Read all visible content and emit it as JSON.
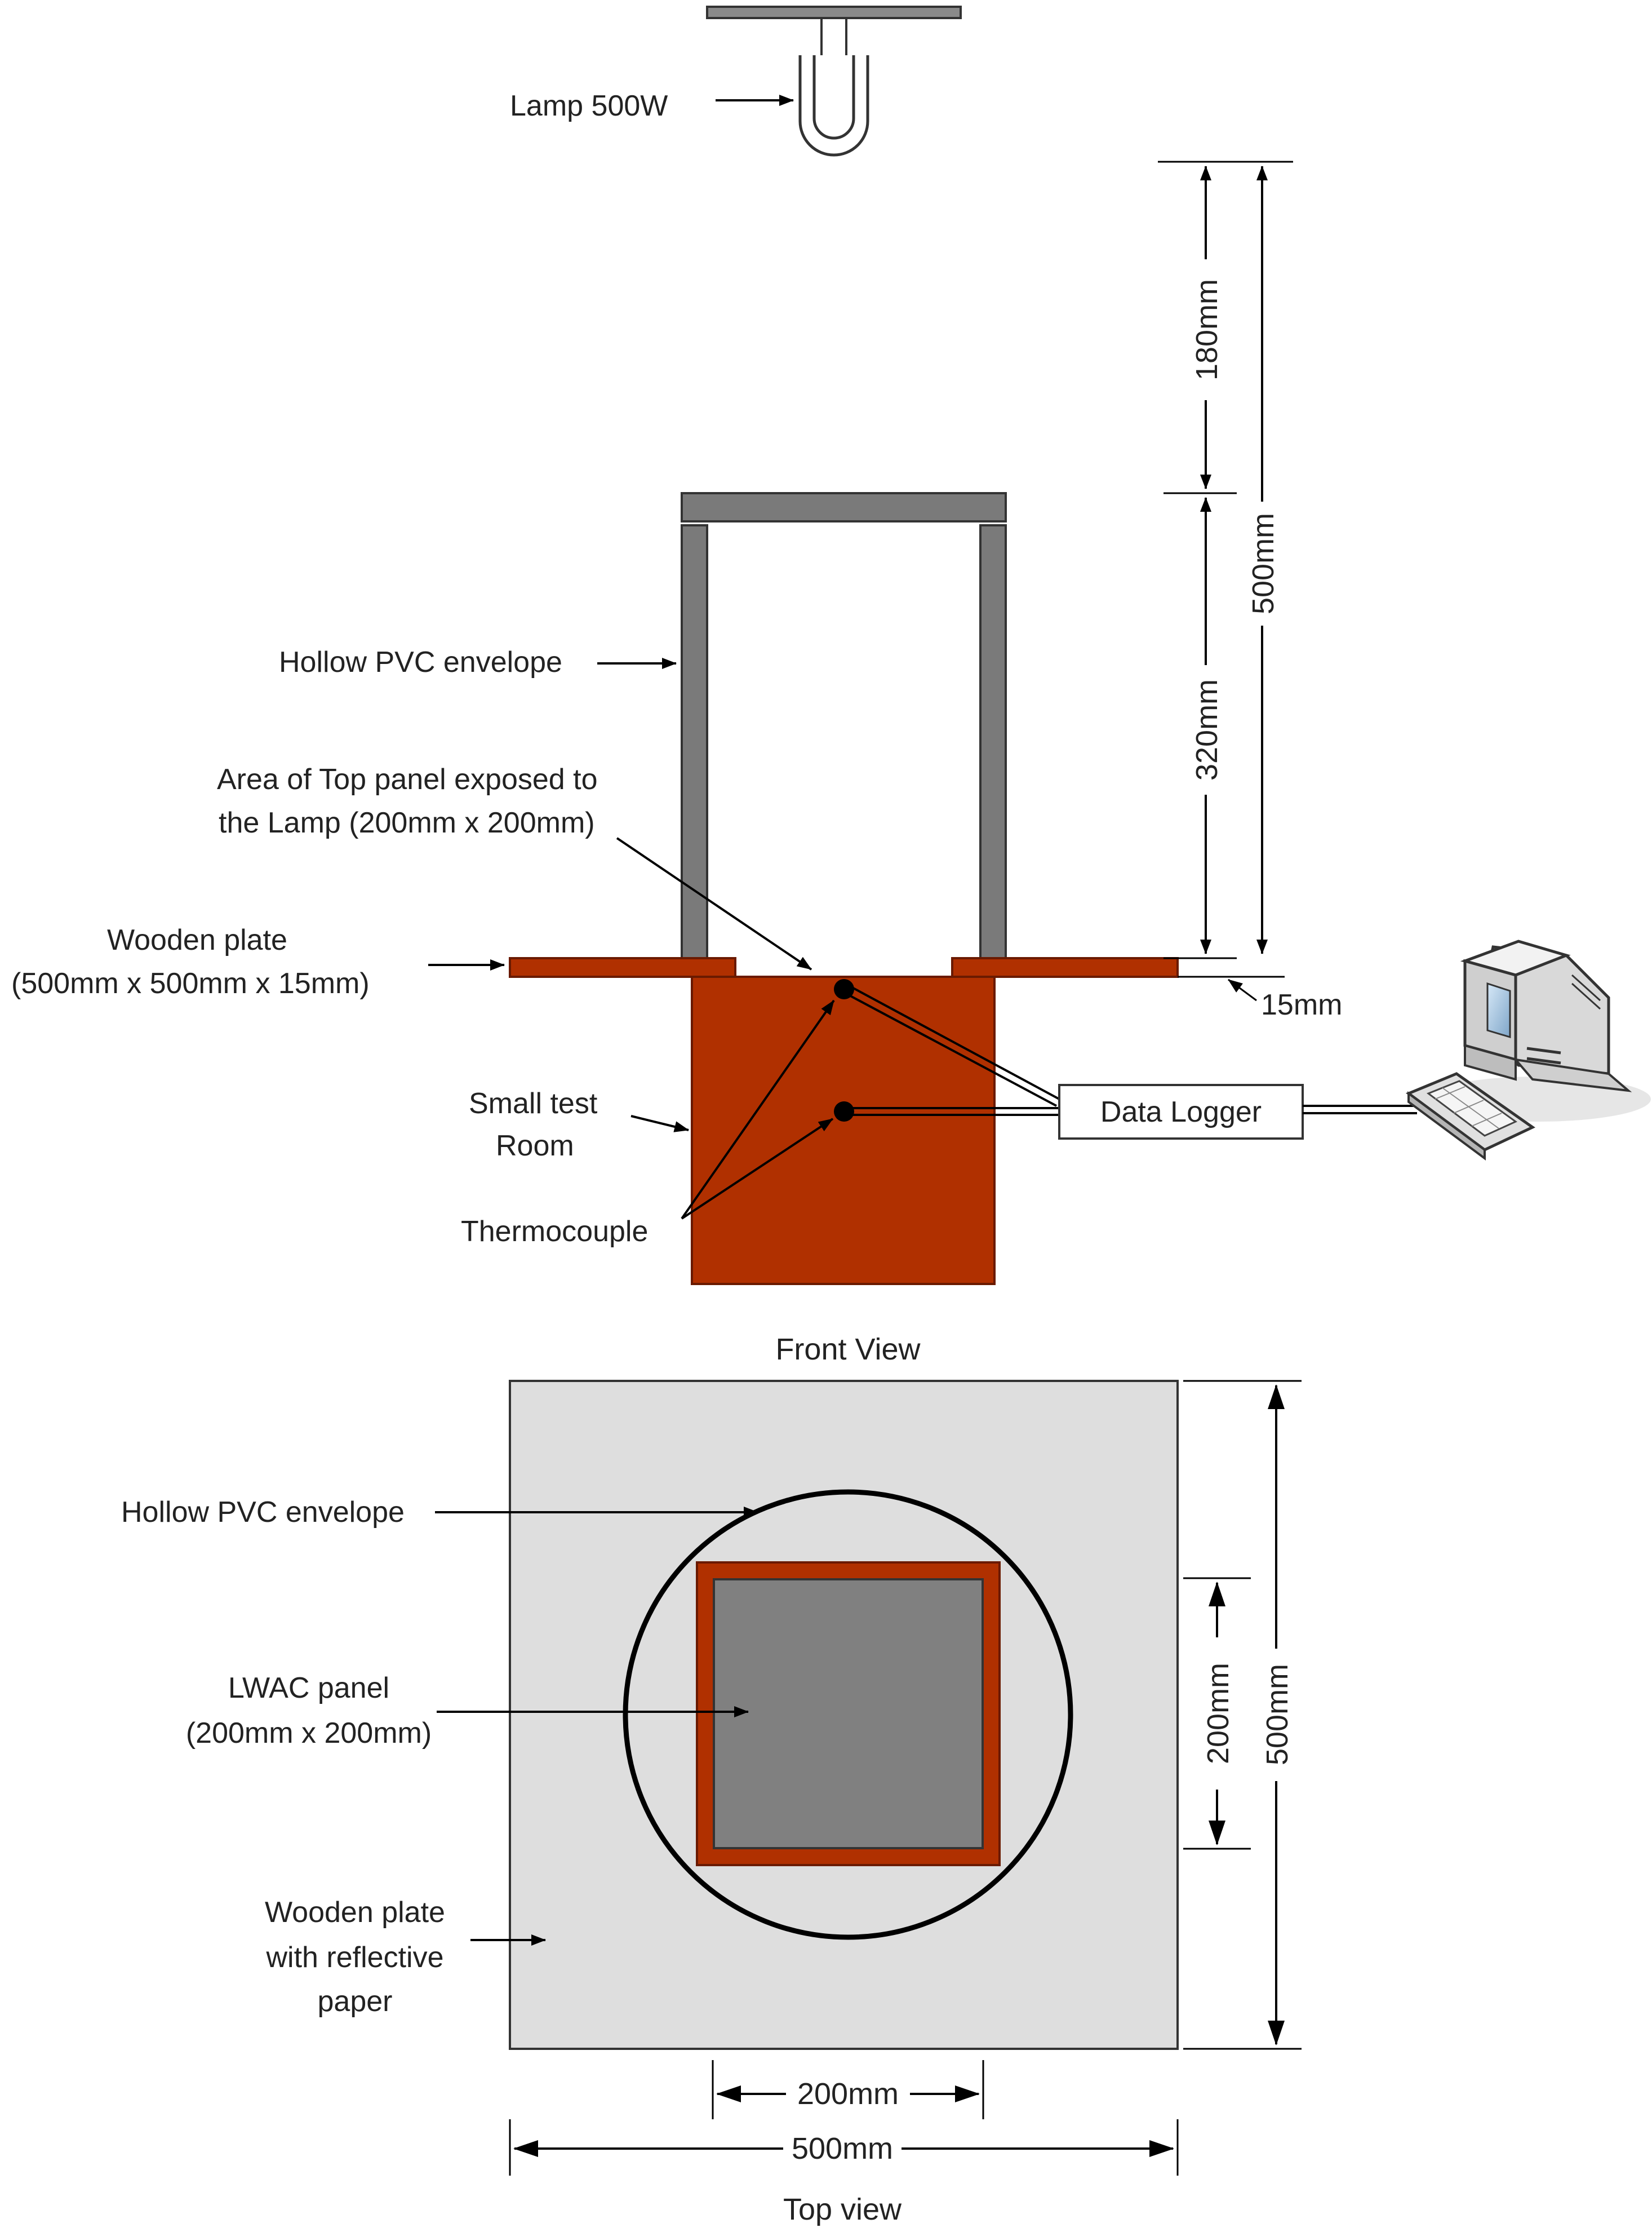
{
  "front_view": {
    "caption": "Front View",
    "lamp_label": "Lamp 500W",
    "pvc_label": "Hollow PVC envelope",
    "area_label_line1": "Area of Top panel exposed to",
    "area_label_line2": "the Lamp (200mm x 200mm)",
    "plate_label_line1": "Wooden plate",
    "plate_label_line2": "(500mm x 500mm x 15mm)",
    "room_label_line1": "Small test",
    "room_label_line2": "Room",
    "thermocouple_label": "Thermocouple",
    "logger_label": "Data Logger",
    "dim_180": "180mm",
    "dim_320": "320mm",
    "dim_500": "500mm",
    "dim_15": "15mm"
  },
  "top_view": {
    "caption": "Top view",
    "pvc_label": "Hollow PVC envelope",
    "lwac_label_line1": "LWAC panel",
    "lwac_label_line2": "(200mm x 200mm)",
    "plate_label_line1": "Wooden plate",
    "plate_label_line2": "with reflective",
    "plate_label_line3": "paper",
    "dim_200_v": "200mm",
    "dim_500_v": "500mm",
    "dim_200_h": "200mm",
    "dim_500_h": "500mm"
  },
  "colors": {
    "wood": "#b03000",
    "wood_outline": "#6a1a00",
    "pvc": "#7a7a7a",
    "plate_top": "#dedede",
    "lwac": "#808080",
    "line": "#000000"
  },
  "icons": [
    "lamp-icon",
    "computer-icon",
    "keyboard-icon"
  ]
}
